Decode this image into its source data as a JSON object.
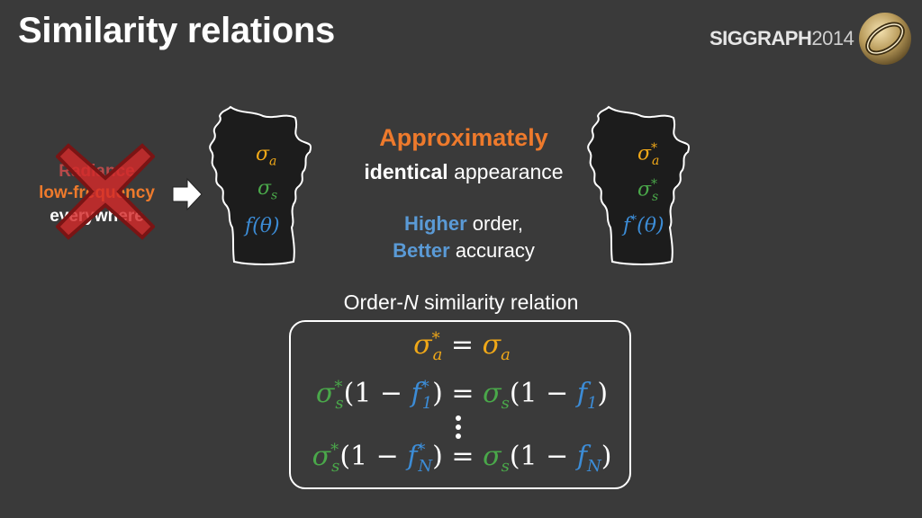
{
  "slide": {
    "title": "Similarity relations",
    "logo": {
      "brand": "SIGGRAPH",
      "year": "2014"
    }
  },
  "radiance": {
    "line1": "Radiance",
    "line2": "low-frequency",
    "line3": "everywhere"
  },
  "left_material": {
    "sigma_a": "σ",
    "sigma_a_sub": "a",
    "sigma_s": "σ",
    "sigma_s_sub": "s",
    "phase": "f(θ)"
  },
  "right_material": {
    "sigma_a": "σ",
    "sigma_a_sub": "a",
    "sigma_a_sup": "*",
    "sigma_s": "σ",
    "sigma_s_sub": "s",
    "sigma_s_sup": "*",
    "phase": "f",
    "phase_sup": "*",
    "phase_arg": "(θ)"
  },
  "middle_text": {
    "approx": "Approximately",
    "identical_bold": "identical",
    "identical_rest": " appearance",
    "higher_bold": "Higher",
    "higher_rest": " order,",
    "better_bold": "Better",
    "better_rest": " accuracy"
  },
  "relation": {
    "caption_pre": "Order-",
    "caption_n": "N",
    "caption_post": " similarity relation",
    "eq1": {
      "lhs": "σ",
      "lhs_sub": "a",
      "lhs_sup": "*",
      "op": " = ",
      "rhs": "σ",
      "rhs_sub": "a"
    },
    "eq2": {
      "s": "σ",
      "s_sub": "s",
      "s_sup": "*",
      "open": "(1 − ",
      "f": "f",
      "f_sub": "1",
      "f_sup": "*",
      "close": ")",
      "eq": " = ",
      "s2": "σ",
      "s2_sub": "s",
      "open2": "(1 − ",
      "f2": "f",
      "f2_sub": "1",
      "close2": ")"
    },
    "eq3": {
      "s": "σ",
      "s_sub": "s",
      "s_sup": "*",
      "open": "(1 − ",
      "f": "f",
      "f_sub": "N",
      "f_sup": "*",
      "close": ")",
      "eq": " = ",
      "s2": "σ",
      "s2_sub": "s",
      "open2": "(1 − ",
      "f2": "f",
      "f2_sub": "N",
      "close2": ")"
    }
  },
  "colors": {
    "background": "#3a3a3a",
    "accent_orange": "#ee7a2c",
    "sigma_a": "#f0a818",
    "sigma_s": "#4aa84a",
    "phase": "#3c8cd6",
    "highlight_blue": "#5a9ad6",
    "cross": "#d42a2a"
  },
  "icons": {
    "cross": "red-x-icon",
    "arrow": "right-arrow-icon",
    "logo": "siggraph-ring-logo-icon"
  }
}
